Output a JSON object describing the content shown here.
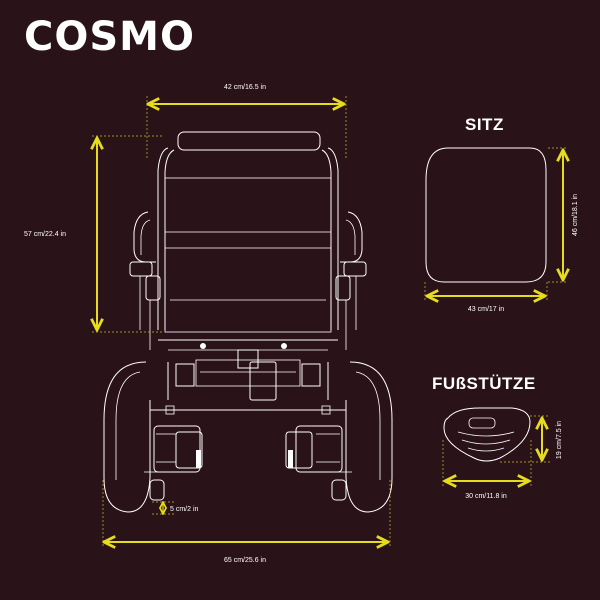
{
  "title": "COSMO",
  "sections": {
    "seat": "SITZ",
    "footrest": "FUßSTÜTZE"
  },
  "dimensions": {
    "chair_width": "42 cm/16.5 in",
    "chair_height": "57 cm/22.4 in",
    "ground_clearance": "5 cm/2 in",
    "overall_width": "65 cm/25.6 in",
    "seat_depth": "46 cm/18.1 in",
    "seat_width": "43 cm/17 in",
    "footrest_height": "19 cm/7.5 in",
    "footrest_width": "30 cm/11.8 in"
  },
  "colors": {
    "background": "#2a1219",
    "dimension_lines": "#e6dc1e",
    "drawing": "#ffffff"
  }
}
